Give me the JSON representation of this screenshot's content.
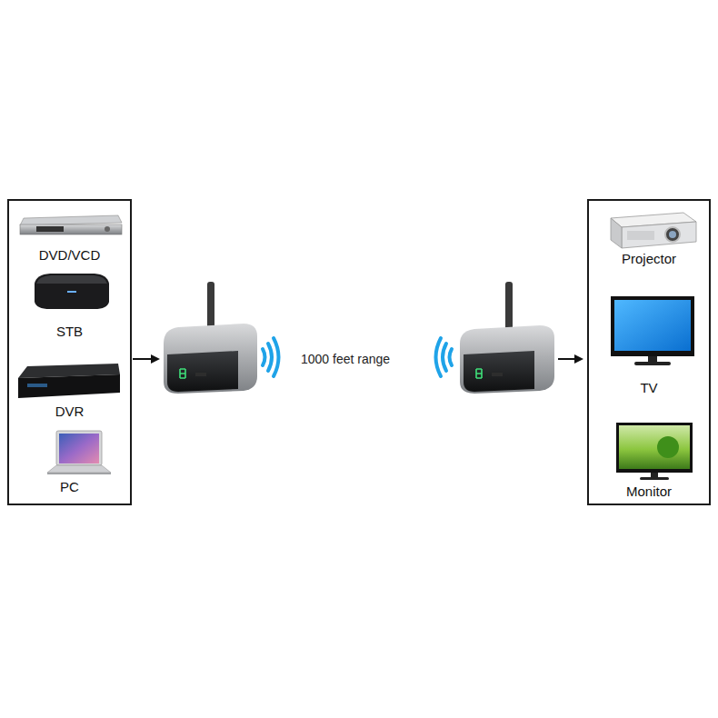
{
  "diagram": {
    "nodes": [
      {
        "text": [
          "DVD/VCD",
          "STB",
          "DVR",
          "PC"
        ]
      },
      {
        "text": [
          "Projector",
          "TV",
          "Monitor"
        ]
      }
    ],
    "labels": [
      "1000 feet range"
    ]
  }
}
